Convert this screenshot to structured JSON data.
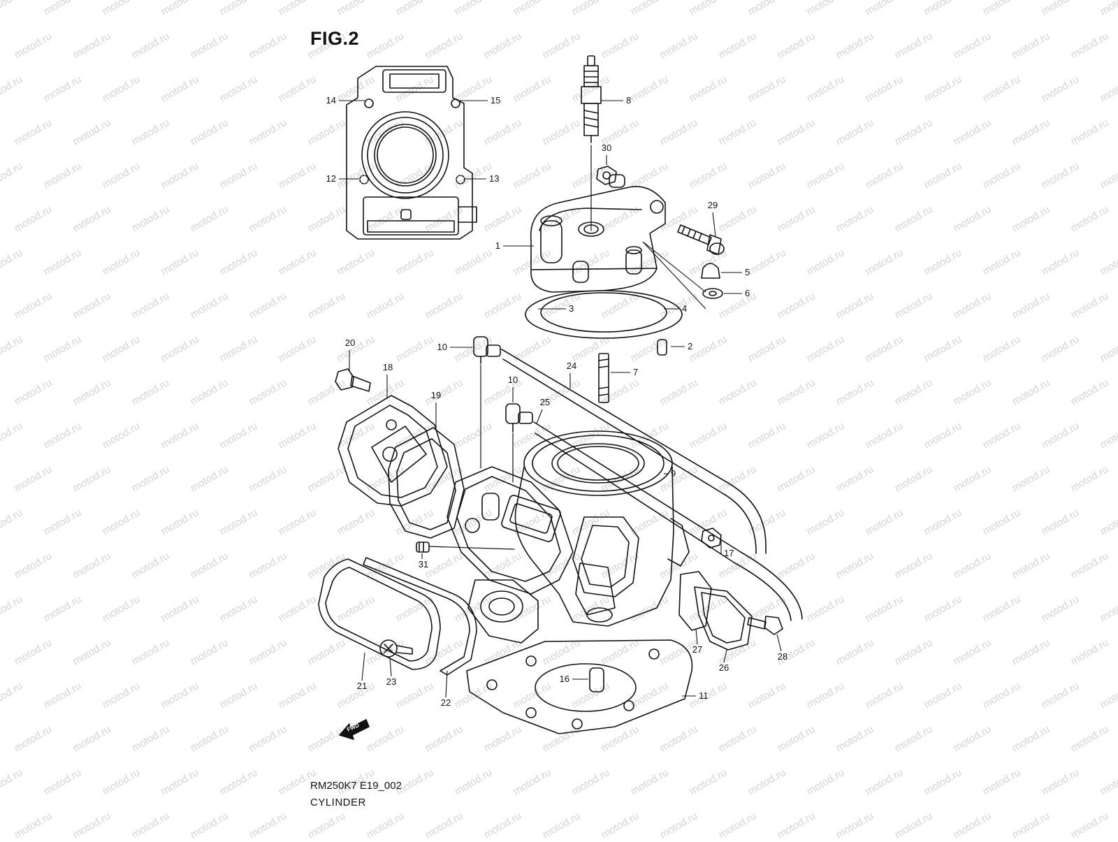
{
  "figure": {
    "title": "FIG.2",
    "code": "RM250K7 E19_002",
    "section": "CYLINDER",
    "watermark": "motod.ru",
    "fwd_label": "FWD"
  },
  "callouts": [
    "1",
    "2",
    "3",
    "4",
    "5",
    "6",
    "7",
    "8",
    "9",
    "10",
    "10",
    "11",
    "12",
    "13",
    "14",
    "15",
    "16",
    "17",
    "18",
    "19",
    "20",
    "21",
    "22",
    "23",
    "24",
    "25",
    "26",
    "27",
    "28",
    "29",
    "30",
    "31"
  ],
  "colors": {
    "ink": "#111111",
    "watermark": "#d4d4d4"
  }
}
